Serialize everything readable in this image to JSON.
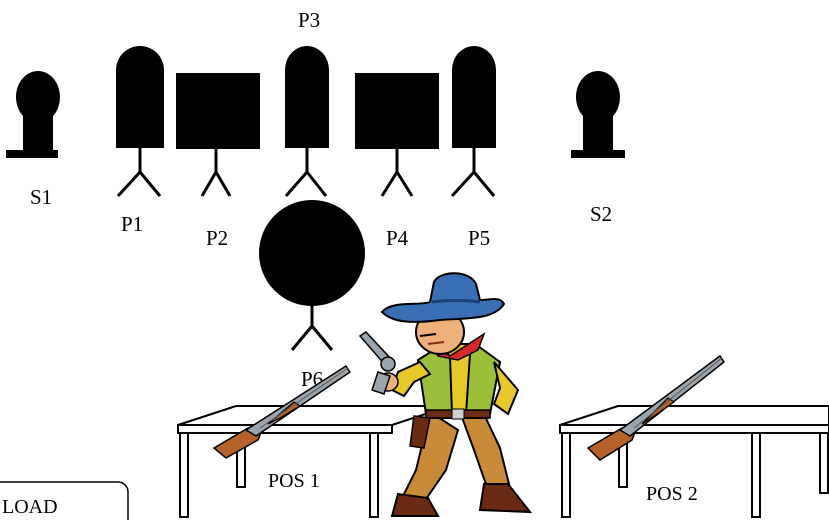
{
  "targets": {
    "s1": "S1",
    "s2": "S2",
    "p1": "P1",
    "p2": "P2",
    "p3": "P3",
    "p4": "P4",
    "p5": "P5",
    "p6": "P6"
  },
  "positions": {
    "pos1": "POS 1",
    "pos2": "POS 2"
  },
  "load_box": {
    "label": "LOAD"
  },
  "colors": {
    "target": "#000000",
    "background": "#ffffff",
    "hat": "#3b6fb5",
    "bandana": "#d62828",
    "vest": "#9bbf3a",
    "shirt": "#e8c72a",
    "pants": "#c98a3a",
    "boots": "#6b2a12",
    "skin": "#f0b07a",
    "gun_stock": "#b5622a",
    "gun_metal": "#9aa4ad"
  },
  "icons": {
    "shooter": "cowboy-shooter-icon",
    "long_gun": "shotgun-icon",
    "table": "loading-table-icon"
  }
}
